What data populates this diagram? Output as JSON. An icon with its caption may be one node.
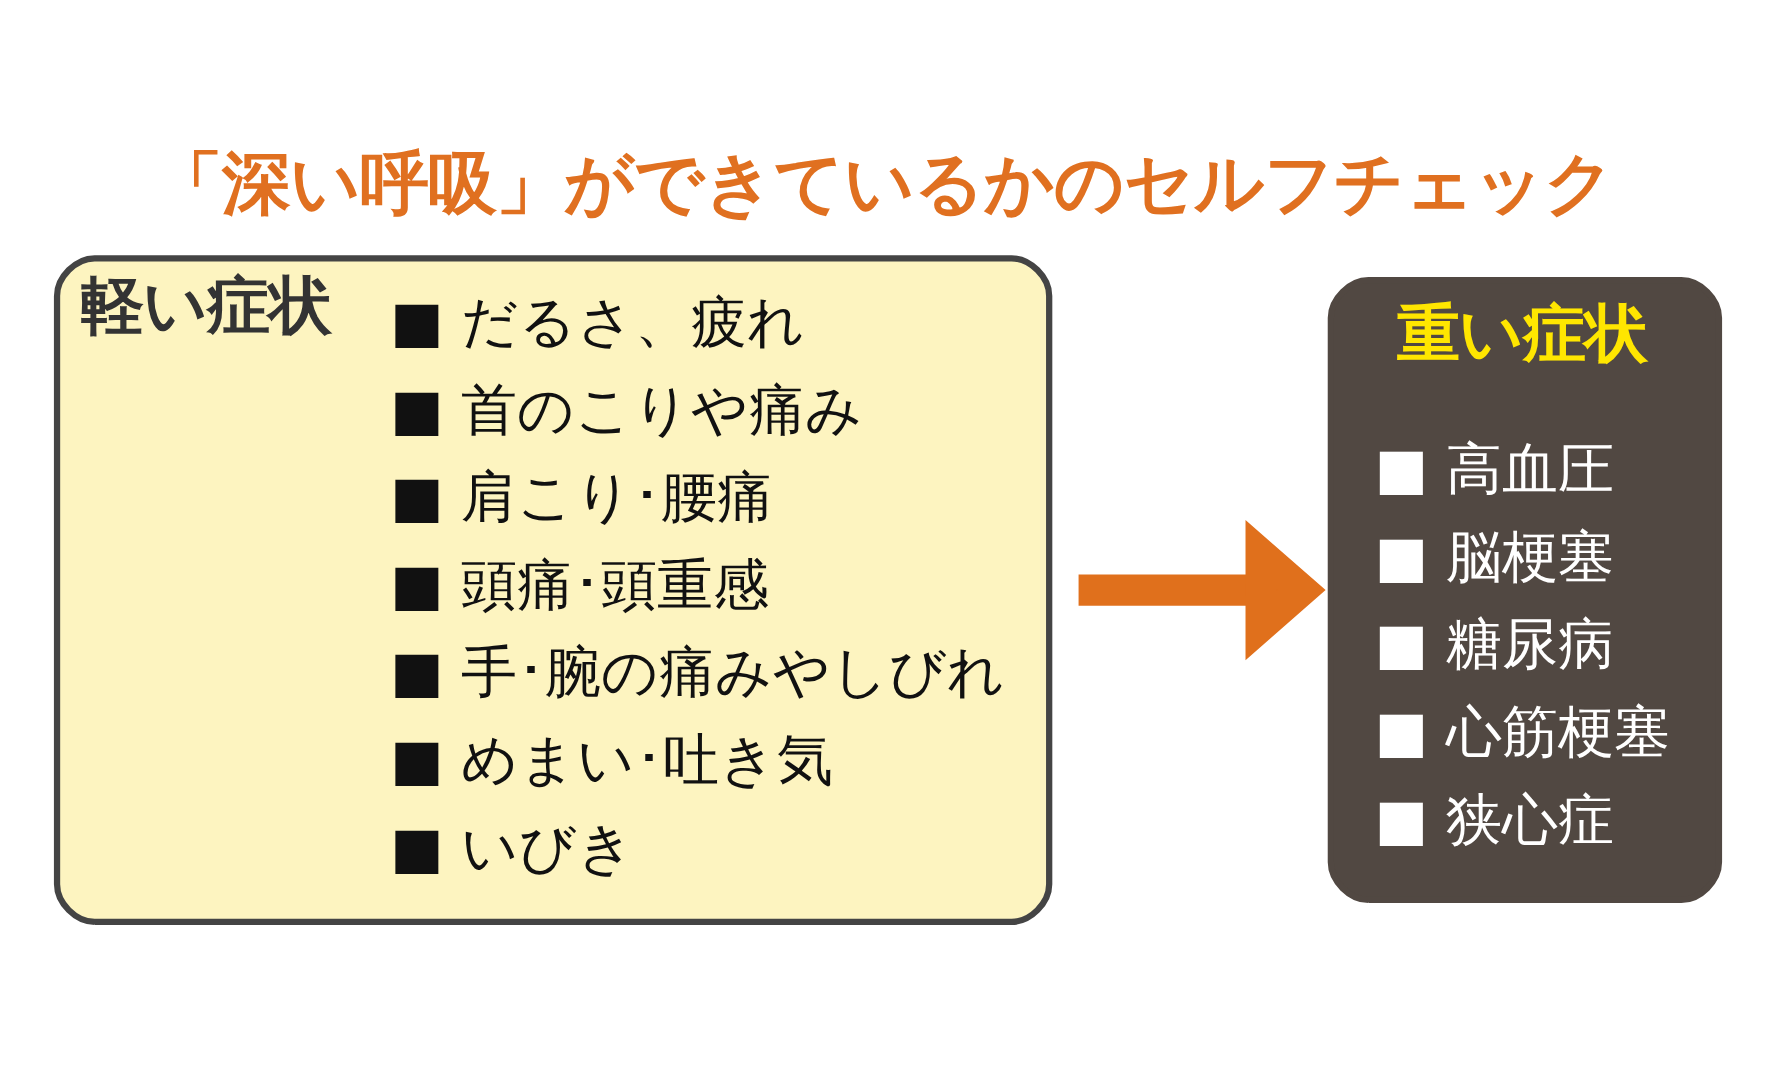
{
  "diagram": {
    "title": "「深い呼吸」ができているかのセルフチェック",
    "nodes": [
      {
        "text": [
          "軽い症状",
          "■ だるさ、疲れ",
          "■ 首のこりや痛み",
          "■ 肩こり･腰痛",
          "■ 頭痛･頭重感",
          "■ 手･腕の痛みやしびれ",
          "■ めまい･吐き気",
          "■ いびき"
        ]
      },
      {
        "text": [
          "重い症状",
          "■ 高血圧",
          "■ 脳梗塞",
          "■ 糖尿病",
          "■ 心筋梗塞",
          "■ 狭心症"
        ]
      }
    ],
    "edges": [
      {
        "from": 0,
        "to": 1,
        "arrow": "to",
        "color": "#e0701c"
      }
    ]
  }
}
